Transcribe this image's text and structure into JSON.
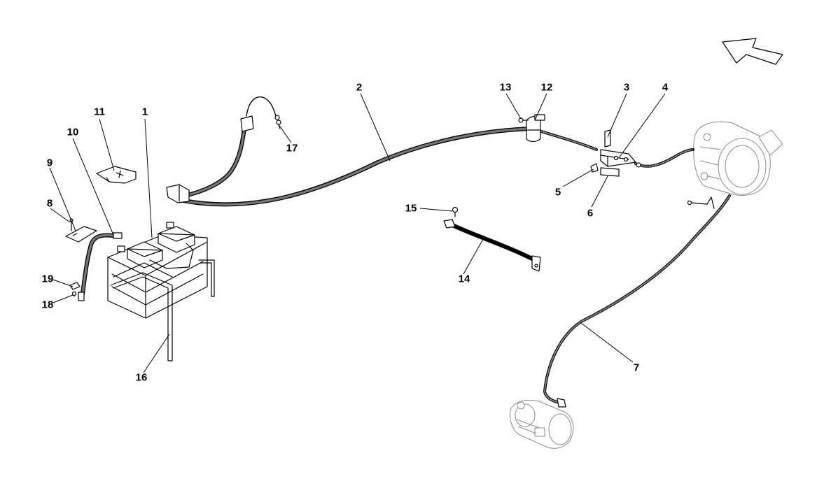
{
  "diagram": {
    "labels": [
      {
        "id": "1",
        "text": "1"
      },
      {
        "id": "2",
        "text": "2"
      },
      {
        "id": "3",
        "text": "3"
      },
      {
        "id": "4",
        "text": "4"
      },
      {
        "id": "5",
        "text": "5"
      },
      {
        "id": "6",
        "text": "6"
      },
      {
        "id": "7",
        "text": "7"
      },
      {
        "id": "8",
        "text": "8"
      },
      {
        "id": "9",
        "text": "9"
      },
      {
        "id": "10",
        "text": "10"
      },
      {
        "id": "11",
        "text": "11"
      },
      {
        "id": "12",
        "text": "12"
      },
      {
        "id": "13",
        "text": "13"
      },
      {
        "id": "14",
        "text": "14"
      },
      {
        "id": "15",
        "text": "15"
      },
      {
        "id": "16",
        "text": "16"
      },
      {
        "id": "17",
        "text": "17"
      },
      {
        "id": "18",
        "text": "18"
      },
      {
        "id": "19",
        "text": "19"
      }
    ],
    "direction_arrow": "direction-arrow-icon"
  }
}
